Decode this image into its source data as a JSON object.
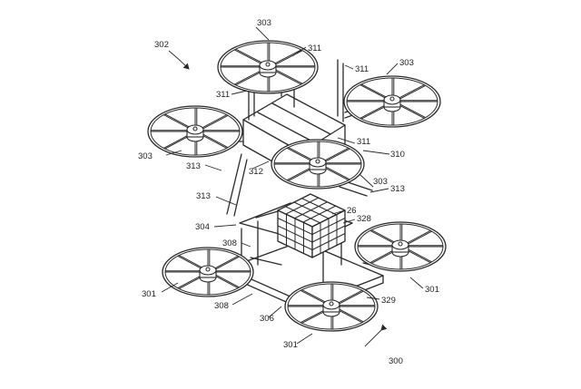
{
  "labels": {
    "l302": "302",
    "l303a": "303",
    "l311a": "311",
    "l311b": "311",
    "l303b": "303",
    "l311c": "311",
    "l303c": "303",
    "l313a": "313",
    "l312": "312",
    "l311d": "311",
    "l310": "310",
    "l303d": "303",
    "l313b": "313",
    "l313c": "313",
    "l26": "26",
    "l304": "304",
    "l328": "328",
    "l308a": "308",
    "l301a": "301",
    "l301b": "301",
    "l308b": "308",
    "l306": "306",
    "l329": "329",
    "l301c": "301",
    "l300": "300"
  }
}
